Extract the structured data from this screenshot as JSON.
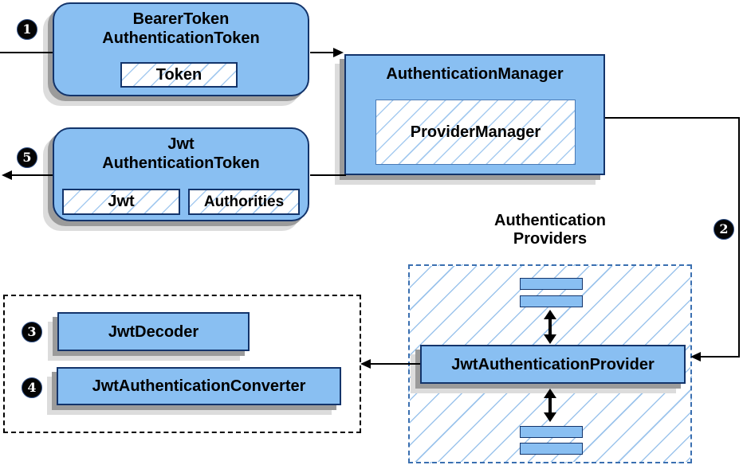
{
  "diagram": {
    "bearer_box": {
      "title1": "BearerToken",
      "title2": "AuthenticationToken",
      "chip": "Token"
    },
    "manager_box": {
      "title": "AuthenticationManager",
      "chip": "ProviderManager"
    },
    "jwt_token_box": {
      "title1": "Jwt",
      "title2": "AuthenticationToken",
      "chip1": "Jwt",
      "chip2": "Authorities"
    },
    "providers_group": {
      "label1": "Authentication",
      "label2": "Providers",
      "provider": "JwtAuthenticationProvider"
    },
    "decoders_group": {
      "decoder": "JwtDecoder",
      "converter": "JwtAuthenticationConverter"
    },
    "steps": {
      "s1": "1",
      "s2": "2",
      "s3": "3",
      "s4": "4",
      "s5": "5"
    },
    "colors": {
      "node_fill": "#89bff2",
      "node_border": "#13346b",
      "hatch_line": "#a6cbf0",
      "providers_dash": "#3a6fb0",
      "decoders_dash": "#000000",
      "shadow_dark": "#9b9b9b",
      "shadow_light": "#dcdcdc",
      "connector": "#000000",
      "badge_bg": "#050505",
      "badge_text": "#ffffff"
    }
  }
}
